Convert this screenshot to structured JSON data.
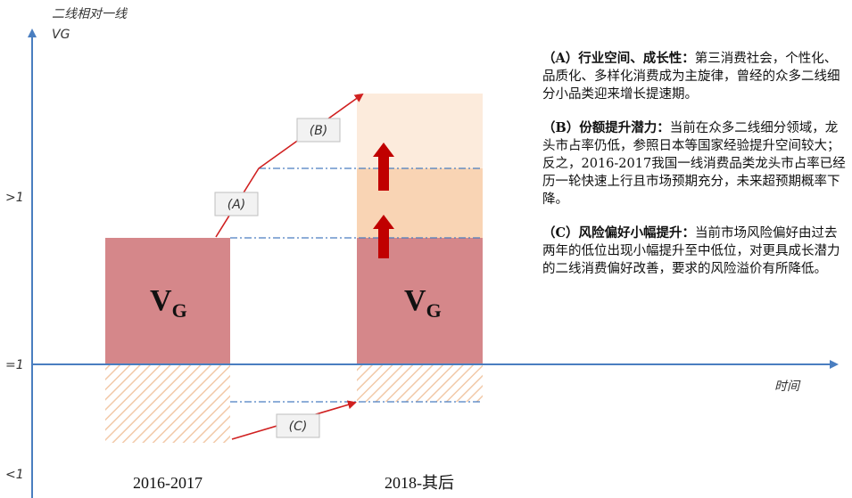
{
  "axes": {
    "y_title_line1": "二线相对一线",
    "y_title_line2": "VG",
    "x_title": "时间",
    "y_ticks": [
      ">1",
      "=1",
      "<1"
    ]
  },
  "periods": [
    "2016-2017",
    "2018-其后"
  ],
  "bars": {
    "main": "V",
    "sub": "G"
  },
  "tags": [
    "(A)",
    "(B)",
    "(C)"
  ],
  "notes": [
    {
      "head": "（A）行业空间、成长性：",
      "body": "第三消费社会，个性化、品质化、多样化消费成为主旋律，曾经的众多二线细分小品类迎来增长提速期。"
    },
    {
      "head": "（B）份额提升潜力：",
      "body": "当前在众多二线细分领域，龙头市占率仍低，参照日本等国家经验提升空间较大；反之，2016-2017我国一线消费品类龙头市占率已经历一轮快速上行且市场预期充分，未来超预期概率下降。"
    },
    {
      "head": "（C）风险偏好小幅提升：",
      "body": "当前市场风险偏好由过去两年的低位出现小幅提升至中低位，对更具成长潜力的二线消费偏好改善，要求的风险溢价有所降低。"
    }
  ],
  "colors": {
    "axis": "#4a7ec0",
    "bar": "#d5878a",
    "light_peach": "#fcebdc",
    "mid_peach": "#f9d4b4",
    "hatch": "#f2c9a8",
    "arrow_red": "#c00000",
    "connector": "#d02020"
  }
}
